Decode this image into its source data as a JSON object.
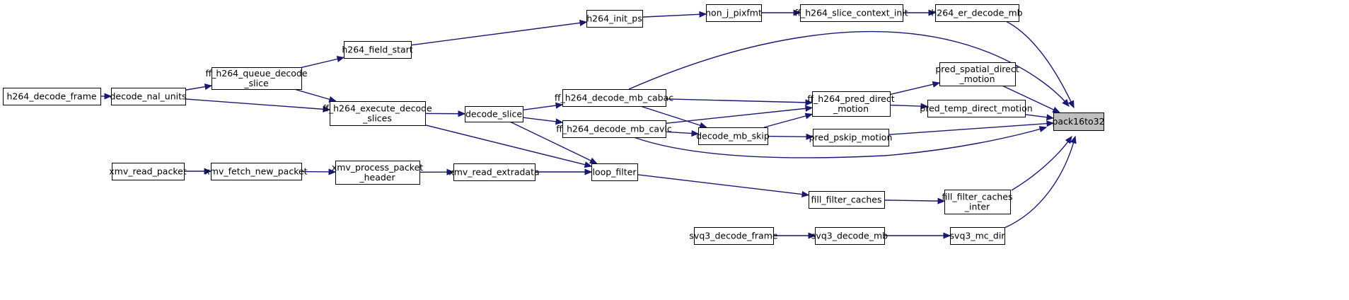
{
  "colors": {
    "node_fill": "#ffffff",
    "node_highlight_fill": "#bfbfbf",
    "node_border": "#000000",
    "edge": "#191970"
  },
  "target": "pack16to32",
  "nodes": [
    {
      "id": "h264_decode_frame",
      "lines": [
        "h264_decode_frame"
      ]
    },
    {
      "id": "decode_nal_units",
      "lines": [
        "decode_nal_units"
      ]
    },
    {
      "id": "ff_h264_queue_decode_slice",
      "lines": [
        "ff_h264_queue_decode",
        "_slice"
      ]
    },
    {
      "id": "h264_field_start",
      "lines": [
        "h264_field_start"
      ]
    },
    {
      "id": "h264_init_ps",
      "lines": [
        "h264_init_ps"
      ]
    },
    {
      "id": "non_j_pixfmt",
      "lines": [
        "non_j_pixfmt"
      ]
    },
    {
      "id": "ff_h264_slice_context_init",
      "lines": [
        "ff_h264_slice_context_init"
      ]
    },
    {
      "id": "h264_er_decode_mb",
      "lines": [
        "h264_er_decode_mb"
      ]
    },
    {
      "id": "ff_h264_execute_decode_slices",
      "lines": [
        "ff_h264_execute_decode",
        "_slices"
      ]
    },
    {
      "id": "decode_slice",
      "lines": [
        "decode_slice"
      ]
    },
    {
      "id": "ff_h264_decode_mb_cabac",
      "lines": [
        "ff_h264_decode_mb_cabac"
      ]
    },
    {
      "id": "ff_h264_decode_mb_cavlc",
      "lines": [
        "ff_h264_decode_mb_cavlc"
      ]
    },
    {
      "id": "decode_mb_skip",
      "lines": [
        "decode_mb_skip"
      ]
    },
    {
      "id": "ff_h264_pred_direct_motion",
      "lines": [
        "ff_h264_pred_direct",
        "_motion"
      ]
    },
    {
      "id": "pred_spatial_direct_motion",
      "lines": [
        "pred_spatial_direct",
        "_motion"
      ]
    },
    {
      "id": "pred_temp_direct_motion",
      "lines": [
        "pred_temp_direct_motion"
      ]
    },
    {
      "id": "pred_pskip_motion",
      "lines": [
        "pred_pskip_motion"
      ]
    },
    {
      "id": "pack16to32",
      "lines": [
        "pack16to32"
      ]
    },
    {
      "id": "xmv_read_packet",
      "lines": [
        "xmv_read_packet"
      ]
    },
    {
      "id": "xmv_fetch_new_packet",
      "lines": [
        "xmv_fetch_new_packet"
      ]
    },
    {
      "id": "xmv_process_packet_header",
      "lines": [
        "xmv_process_packet",
        "_header"
      ]
    },
    {
      "id": "xmv_read_extradata",
      "lines": [
        "xmv_read_extradata"
      ]
    },
    {
      "id": "loop_filter",
      "lines": [
        "loop_filter"
      ]
    },
    {
      "id": "fill_filter_caches",
      "lines": [
        "fill_filter_caches"
      ]
    },
    {
      "id": "fill_filter_caches_inter",
      "lines": [
        "fill_filter_caches",
        "_inter"
      ]
    },
    {
      "id": "svq3_decode_frame",
      "lines": [
        "svq3_decode_frame"
      ]
    },
    {
      "id": "svq3_decode_mb",
      "lines": [
        "svq3_decode_mb"
      ]
    },
    {
      "id": "svq3_mc_dir",
      "lines": [
        "svq3_mc_dir"
      ]
    }
  ],
  "edges": [
    {
      "from": "h264_decode_frame",
      "to": "decode_nal_units"
    },
    {
      "from": "decode_nal_units",
      "to": "ff_h264_queue_decode_slice"
    },
    {
      "from": "decode_nal_units",
      "to": "ff_h264_execute_decode_slices"
    },
    {
      "from": "ff_h264_queue_decode_slice",
      "to": "h264_field_start"
    },
    {
      "from": "ff_h264_queue_decode_slice",
      "to": "ff_h264_execute_decode_slices"
    },
    {
      "from": "h264_field_start",
      "to": "h264_init_ps"
    },
    {
      "from": "h264_init_ps",
      "to": "non_j_pixfmt"
    },
    {
      "from": "non_j_pixfmt",
      "to": "ff_h264_slice_context_init"
    },
    {
      "from": "ff_h264_slice_context_init",
      "to": "h264_er_decode_mb"
    },
    {
      "from": "h264_er_decode_mb",
      "to": "pack16to32"
    },
    {
      "from": "h264_field_start",
      "to": "pack16to32"
    },
    {
      "from": "ff_h264_execute_decode_slices",
      "to": "decode_slice"
    },
    {
      "from": "ff_h264_execute_decode_slices",
      "to": "loop_filter"
    },
    {
      "from": "decode_slice",
      "to": "ff_h264_decode_mb_cabac"
    },
    {
      "from": "decode_slice",
      "to": "ff_h264_decode_mb_cavlc"
    },
    {
      "from": "decode_slice",
      "to": "loop_filter"
    },
    {
      "from": "ff_h264_decode_mb_cabac",
      "to": "ff_h264_pred_direct_motion"
    },
    {
      "from": "ff_h264_decode_mb_cabac",
      "to": "decode_mb_skip"
    },
    {
      "from": "ff_h264_decode_mb_cavlc",
      "to": "decode_mb_skip"
    },
    {
      "from": "ff_h264_decode_mb_cavlc",
      "to": "ff_h264_pred_direct_motion"
    },
    {
      "from": "ff_h264_decode_mb_cavlc",
      "to": "pack16to32"
    },
    {
      "from": "decode_mb_skip",
      "to": "ff_h264_pred_direct_motion"
    },
    {
      "from": "decode_mb_skip",
      "to": "pred_pskip_motion"
    },
    {
      "from": "ff_h264_pred_direct_motion",
      "to": "pred_spatial_direct_motion"
    },
    {
      "from": "ff_h264_pred_direct_motion",
      "to": "pred_temp_direct_motion"
    },
    {
      "from": "pred_spatial_direct_motion",
      "to": "pack16to32"
    },
    {
      "from": "pred_temp_direct_motion",
      "to": "pack16to32"
    },
    {
      "from": "pred_pskip_motion",
      "to": "pack16to32"
    },
    {
      "from": "xmv_read_packet",
      "to": "xmv_fetch_new_packet"
    },
    {
      "from": "xmv_fetch_new_packet",
      "to": "xmv_process_packet_header"
    },
    {
      "from": "xmv_process_packet_header",
      "to": "xmv_read_extradata"
    },
    {
      "from": "xmv_read_extradata",
      "to": "loop_filter"
    },
    {
      "from": "loop_filter",
      "to": "fill_filter_caches"
    },
    {
      "from": "fill_filter_caches",
      "to": "fill_filter_caches_inter"
    },
    {
      "from": "fill_filter_caches_inter",
      "to": "pack16to32"
    },
    {
      "from": "svq3_decode_frame",
      "to": "svq3_decode_mb"
    },
    {
      "from": "svq3_decode_mb",
      "to": "svq3_mc_dir"
    },
    {
      "from": "svq3_mc_dir",
      "to": "pack16to32"
    }
  ]
}
